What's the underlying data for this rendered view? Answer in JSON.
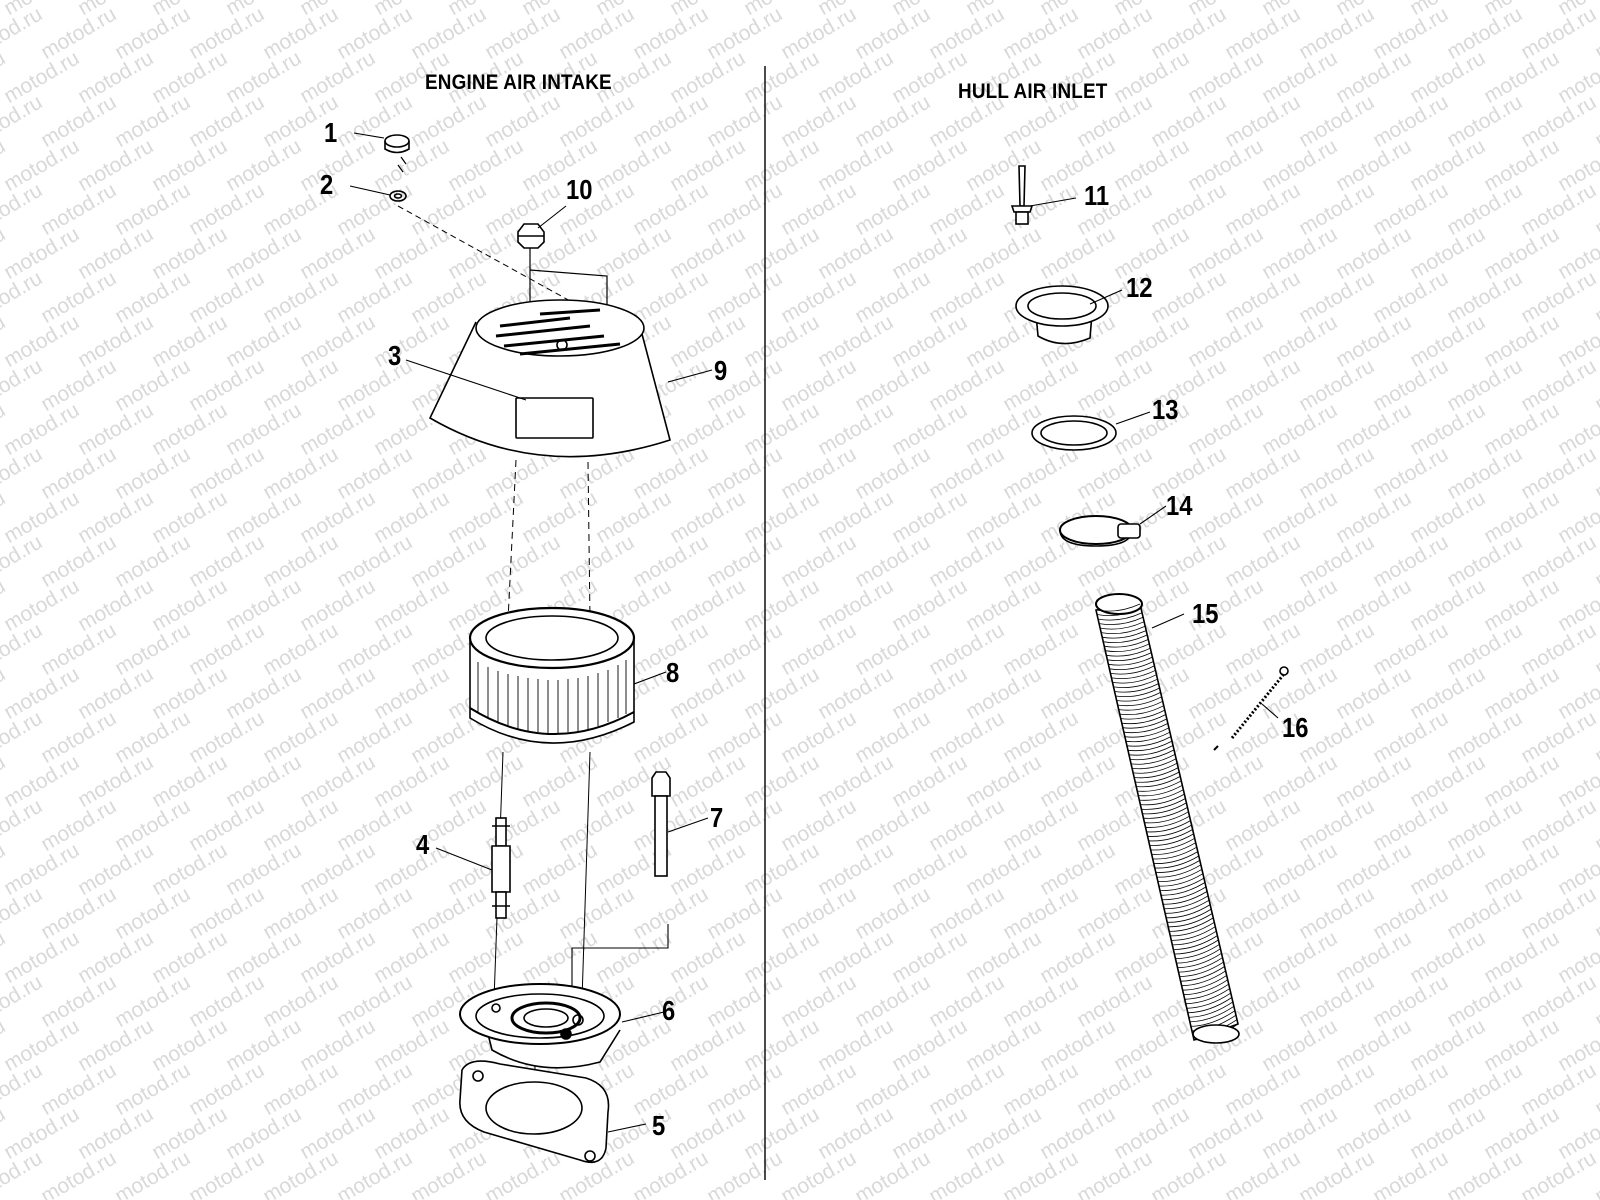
{
  "watermark": "motod.ru",
  "sections": {
    "left_title": "ENGINE AIR INTAKE",
    "right_title": "HULL AIR INLET"
  },
  "callouts": [
    "1",
    "2",
    "3",
    "4",
    "5",
    "6",
    "7",
    "8",
    "9",
    "10",
    "11",
    "12",
    "13",
    "14",
    "15",
    "16"
  ]
}
